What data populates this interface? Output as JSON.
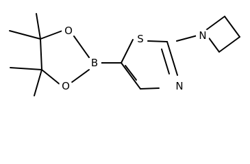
{
  "molecule": {
    "atoms": {
      "S": "S",
      "N_thiazole": "N",
      "N_azetidine": "N",
      "B": "B",
      "O_top": "O",
      "O_bottom": "O"
    }
  }
}
